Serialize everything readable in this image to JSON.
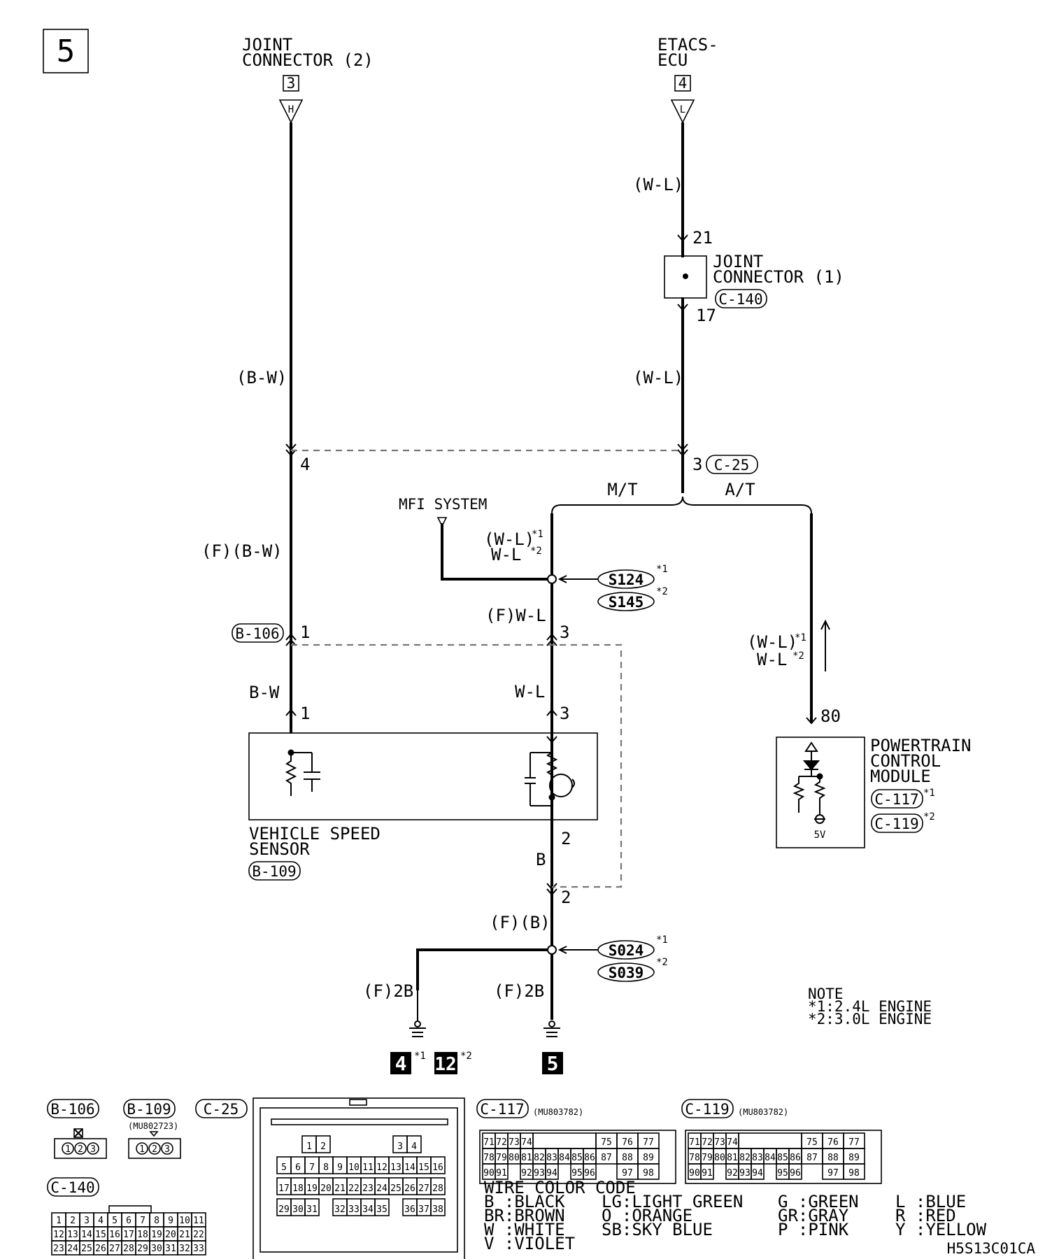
{
  "page_number": "5",
  "top_left": {
    "line1": "JOINT",
    "line2": "CONNECTOR (2)",
    "num": "3",
    "pin": "H"
  },
  "top_right": {
    "line1": "ETACS-",
    "line2": "ECU",
    "num": "4",
    "pin": "L"
  },
  "wire_labels": {
    "wl_upper": "(W-L)",
    "wl_mid": "(W-L)",
    "bw_upper": "(B-W)",
    "fbw": "(F)(B-W)",
    "bw": "B-W",
    "fwl": "(F)W-L",
    "wl_plain": "W-L",
    "b": "B",
    "fb": "(F)(B)",
    "f2b_left": "(F)2B",
    "f2b_right": "(F)2B",
    "mfi_wl1": "(W-L)",
    "mfi_wl2": "W-L",
    "pcm_wl1": "(W-L)",
    "pcm_wl2": "W-L",
    "ast1": "*1",
    "ast2": "*2"
  },
  "joint1": {
    "line1": "JOINT",
    "line2": "CONNECTOR (1)",
    "conn": "C-140",
    "pin_top": "21",
    "pin_bot": "17"
  },
  "pins": {
    "p4": "4",
    "p3": "3",
    "p1a": "1",
    "p3a": "3",
    "p1b": "1",
    "p3b": "3",
    "p2a": "2",
    "p2b": "2",
    "p80": "80"
  },
  "connectors": {
    "c25": "C-25",
    "b106": "B-106"
  },
  "branch": {
    "mt": "M/T",
    "at": "A/T"
  },
  "mfi": "MFI SYSTEM",
  "splices": {
    "s124": "S124",
    "s145": "S145",
    "s024": "S024",
    "s039": "S039"
  },
  "vss": {
    "line1": "VEHICLE SPEED",
    "line2": "SENSOR",
    "conn": "B-109"
  },
  "pcm": {
    "line1": "POWERTRAIN",
    "line2": "CONTROL",
    "line3": "MODULE",
    "conn1": "C-117",
    "conn2": "C-119",
    "volt": "5V"
  },
  "grounds": {
    "g4": "4",
    "g12": "12",
    "g5": "5"
  },
  "note": {
    "title": "NOTE",
    "l1": "*1:2.4L ENGINE",
    "l2": "*2:3.0L ENGINE"
  },
  "legend": {
    "b106": "B-106",
    "b109": "B-109",
    "b109_part": "(MU802723)",
    "c25": "C-25",
    "c117": "C-117",
    "c117_part": "(MU803782)",
    "c119": "C-119",
    "c119_part": "(MU803782)",
    "c140": "C-140"
  },
  "wire_color_code": {
    "title": "WIRE COLOR CODE",
    "col1": [
      "B :BLACK",
      "BR:BROWN",
      "W :WHITE",
      "V :VIOLET"
    ],
    "col2": [
      "LG:LIGHT GREEN",
      "O :ORANGE",
      "SB:SKY BLUE"
    ],
    "col3": [
      "G :GREEN",
      "GR:GRAY",
      "P :PINK"
    ],
    "col4": [
      "L :BLUE",
      "R :RED",
      "Y :YELLOW"
    ]
  },
  "code": "H5S13C01CA"
}
